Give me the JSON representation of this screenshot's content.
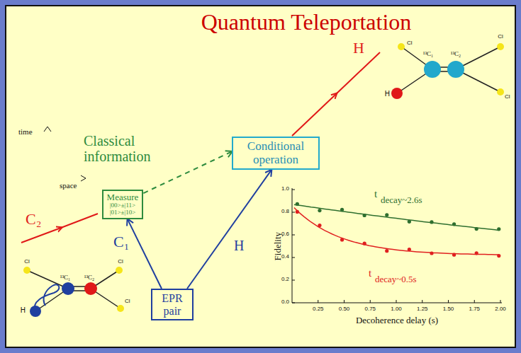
{
  "diagram": {
    "title": "Quantum Teleportation",
    "nodes": [
      {
        "text": [
          "Conditional operation"
        ]
      },
      {
        "text": [
          "Measure",
          "|00>±|11>",
          "|01>±|10>"
        ]
      },
      {
        "text": [
          "EPR pair"
        ]
      }
    ],
    "edges": [
      {
        "from": 1,
        "to": 0,
        "arrow": "to",
        "label": "Classical information"
      },
      {
        "from": 2,
        "to": 1,
        "arrow": "to",
        "label": "C₁"
      },
      {
        "from": 2,
        "to": 0,
        "arrow": "to",
        "label": "H"
      }
    ],
    "labels": [
      "time",
      "space",
      "C₂",
      "H",
      "Cl",
      "¹³C₁",
      "¹³C₂",
      "Cl",
      "H",
      "Cl",
      "Cl",
      "¹³C₁",
      "¹³C₂",
      "Cl",
      "H",
      "Cl",
      "Fidelity",
      "0.0",
      "0.2",
      "0.4",
      "0.6",
      "0.8",
      "1.0",
      "0.25",
      "0.50",
      "0.75",
      "1.00",
      "1.25",
      "1.50",
      "1.75",
      "2.00",
      "Decoherence delay (s)",
      "t",
      "decay~2.6s",
      "t",
      "decay~0.5s"
    ]
  }
}
